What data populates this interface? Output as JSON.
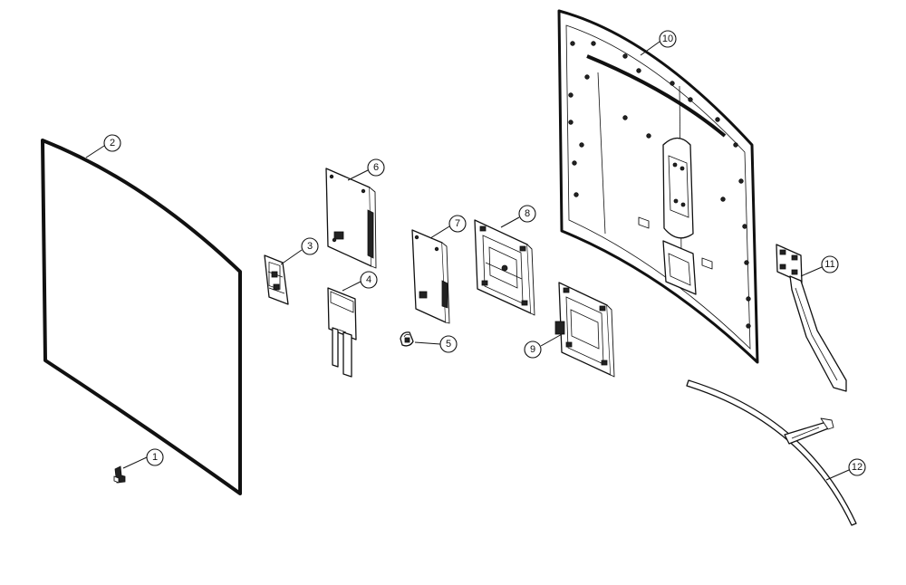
{
  "diagram": {
    "type": "exploded-parts-view",
    "colors": {
      "background": "#ffffff",
      "line": "#111111",
      "dark_part": "#222222"
    },
    "callouts": [
      {
        "id": "1",
        "label": "1"
      },
      {
        "id": "2",
        "label": "2"
      },
      {
        "id": "3",
        "label": "3"
      },
      {
        "id": "4",
        "label": "4"
      },
      {
        "id": "5",
        "label": "5"
      },
      {
        "id": "6",
        "label": "6"
      },
      {
        "id": "7",
        "label": "7"
      },
      {
        "id": "8",
        "label": "8"
      },
      {
        "id": "9",
        "label": "9"
      },
      {
        "id": "10",
        "label": "10"
      },
      {
        "id": "11",
        "label": "11"
      },
      {
        "id": "12",
        "label": "12"
      }
    ]
  }
}
